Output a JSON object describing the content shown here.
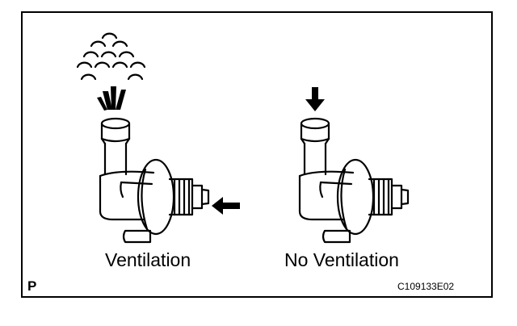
{
  "captions": {
    "left": "Ventilation",
    "right": "No Ventilation"
  },
  "corner_mark": "P",
  "figure_code": "C109133E02",
  "icons": {
    "left_valve": "pcv-valve-icon",
    "right_valve": "pcv-valve-icon",
    "air_cloud": "airflow-cloud-icon",
    "air_jets": "air-jet-icon",
    "left_arrow": "arrow-left-icon",
    "down_arrow": "arrow-down-icon"
  },
  "colors": {
    "line": "#000000",
    "background": "#ffffff"
  }
}
